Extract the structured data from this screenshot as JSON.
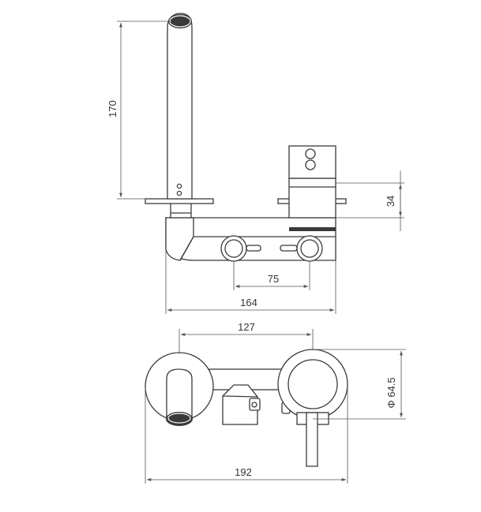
{
  "dimensions": {
    "spout_height": "170",
    "mixer_projection": "34",
    "outlet_centres": "75",
    "body_length": "164",
    "plate_centres": "127",
    "plate_diameter": "Φ 64.5",
    "overall_width": "192"
  },
  "colors": {
    "line": "#3a3a3a",
    "dimension": "#555555",
    "background": "#ffffff"
  }
}
